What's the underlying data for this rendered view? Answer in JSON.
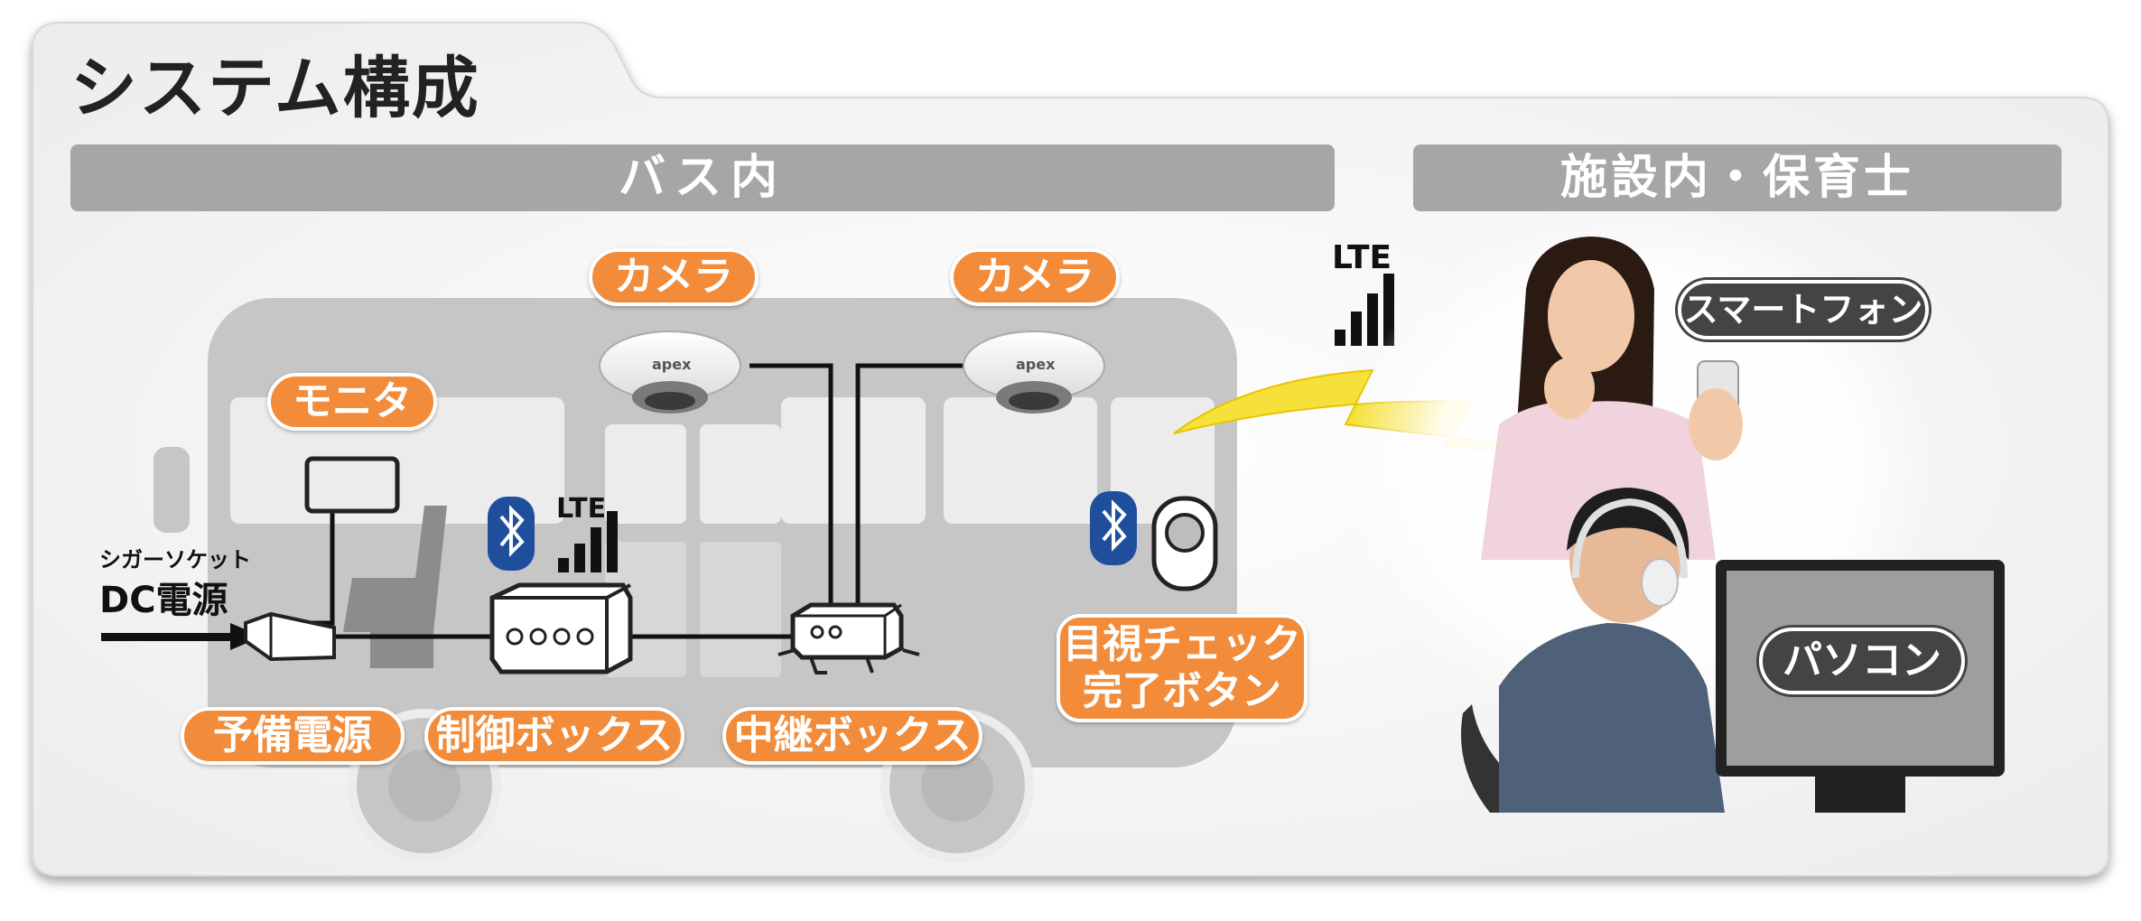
{
  "title": "システム構成",
  "sections": {
    "bus": "バス内",
    "facility": "施設内・保育士"
  },
  "labels": {
    "camera_1": "カメラ",
    "camera_2": "カメラ",
    "monitor": "モニタ",
    "power_source_small": "シガーソケット",
    "power_source": "DC電源",
    "backup_power": "予備電源",
    "control_box": "制御ボックス",
    "relay_box": "中継ボックス",
    "check_button_line1": "目視チェック",
    "check_button_line2": "完了ボタン",
    "smartphone": "スマートフォン",
    "pc": "パソコン",
    "lte_bus": "LTE",
    "lte_facility": "LTE",
    "camera_brand": "apex"
  },
  "colors": {
    "orange": "#f28c3a",
    "bus_gray": "#c8c8c8",
    "bar_gray": "#a6a6a6",
    "bluetooth_blue": "#1f4f9c",
    "lightning_yellow": "#f5e13a",
    "dark_label": "#444444"
  },
  "icons": [
    "bluetooth-icon",
    "lte-signal-icon",
    "lightning-bolt-icon",
    "camera-icon",
    "monitor-icon",
    "control-box-icon",
    "relay-box-icon",
    "push-button-icon",
    "person-with-smartphone",
    "person-with-pc"
  ]
}
